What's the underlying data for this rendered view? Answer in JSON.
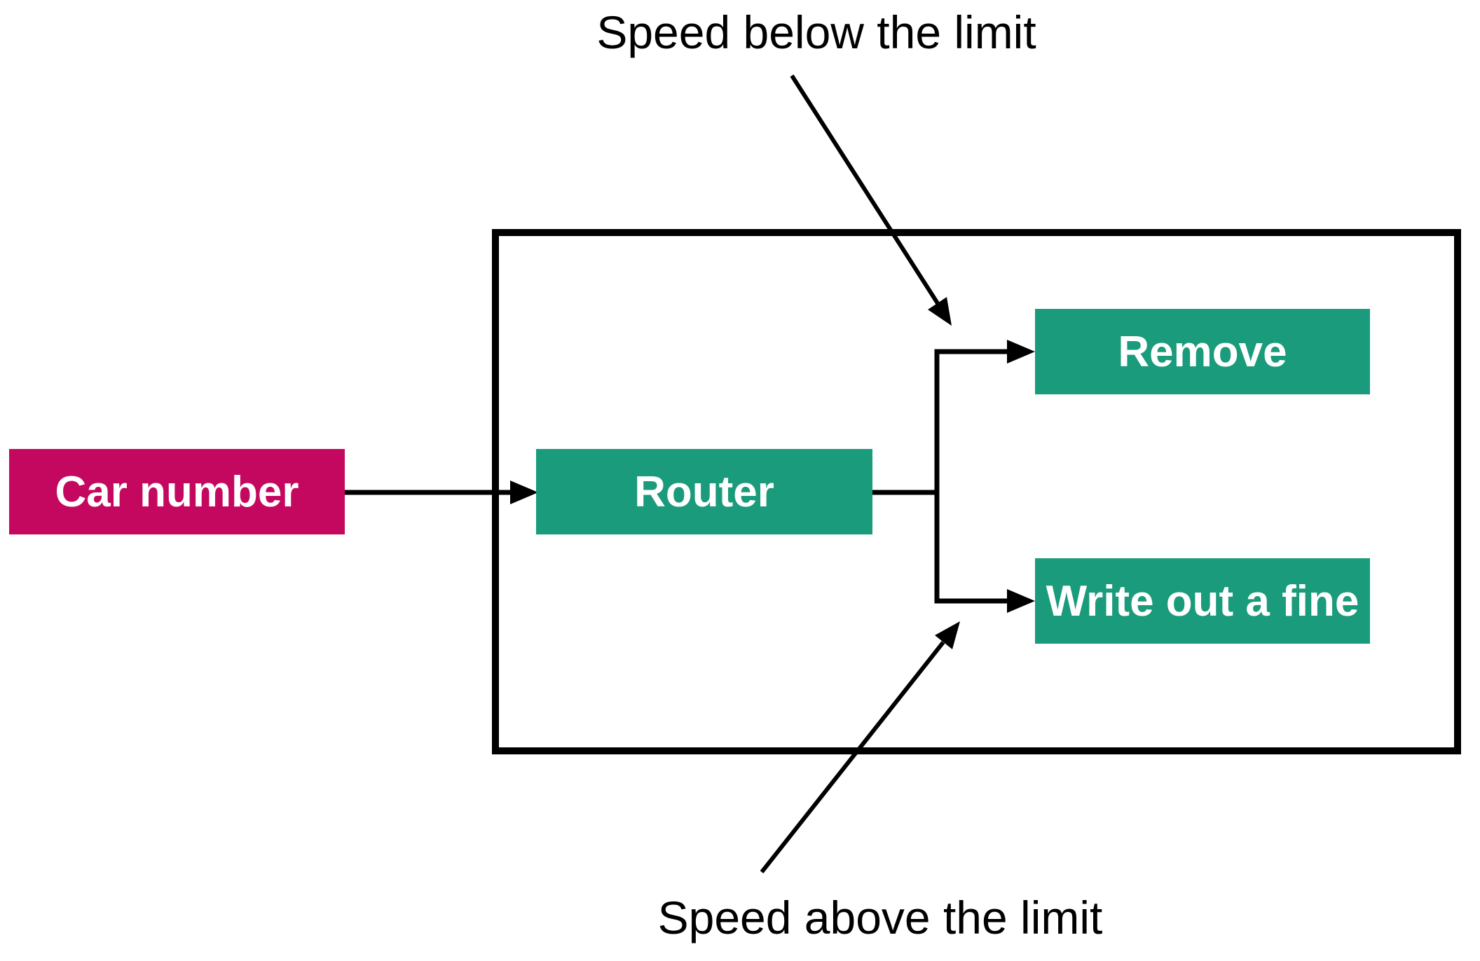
{
  "diagram": {
    "annotations": {
      "speed_below": "Speed below the limit",
      "speed_above": "Speed above the limit"
    },
    "nodes": {
      "car_number": {
        "label": "Car number"
      },
      "router": {
        "label": "Router"
      },
      "remove": {
        "label": "Remove"
      },
      "fine": {
        "label": "Write out a fine"
      }
    },
    "colors": {
      "input_bg": "#C5085F",
      "process_bg": "#1A9B7B",
      "wire": "#000000",
      "boundary": "#000000",
      "node_text": "#FFFFFF",
      "label_text": "#000000"
    }
  }
}
